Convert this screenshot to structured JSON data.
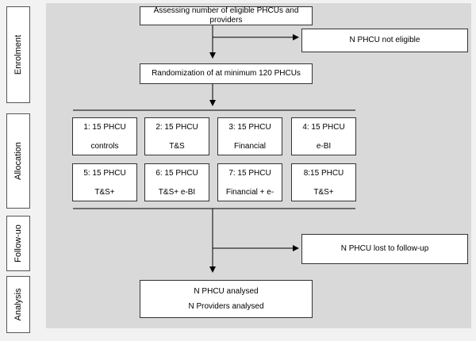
{
  "stages": {
    "enrolment": "Enrolment",
    "allocation": "Allocation",
    "followup": "Follow-uo",
    "analysis": "Analysis"
  },
  "boxes": {
    "assessing": "Assessing number of eligible PHCUs and providers",
    "not_eligible": "N PHCU not eligible",
    "randomization": "Randomization of at minimum 120 PHCUs",
    "lost": "N PHCU lost to follow-up",
    "analysed_phcu": "N PHCU analysed",
    "analysed_providers": "N Providers analysed"
  },
  "arms": [
    {
      "top": "1: 15 PHCU",
      "bottom": "controls"
    },
    {
      "top": "2: 15 PHCU",
      "bottom": "T&S"
    },
    {
      "top": "3: 15 PHCU",
      "bottom": "Financial"
    },
    {
      "top": "4: 15 PHCU",
      "bottom": "e-BI"
    },
    {
      "top": "5: 15 PHCU",
      "bottom": "T&S+"
    },
    {
      "top": "6: 15 PHCU",
      "bottom": "T&S+ e-BI"
    },
    {
      "top": "7: 15 PHCU",
      "bottom": "Financial + e-"
    },
    {
      "top": "8:15 PHCU",
      "bottom": "T&S+"
    }
  ]
}
